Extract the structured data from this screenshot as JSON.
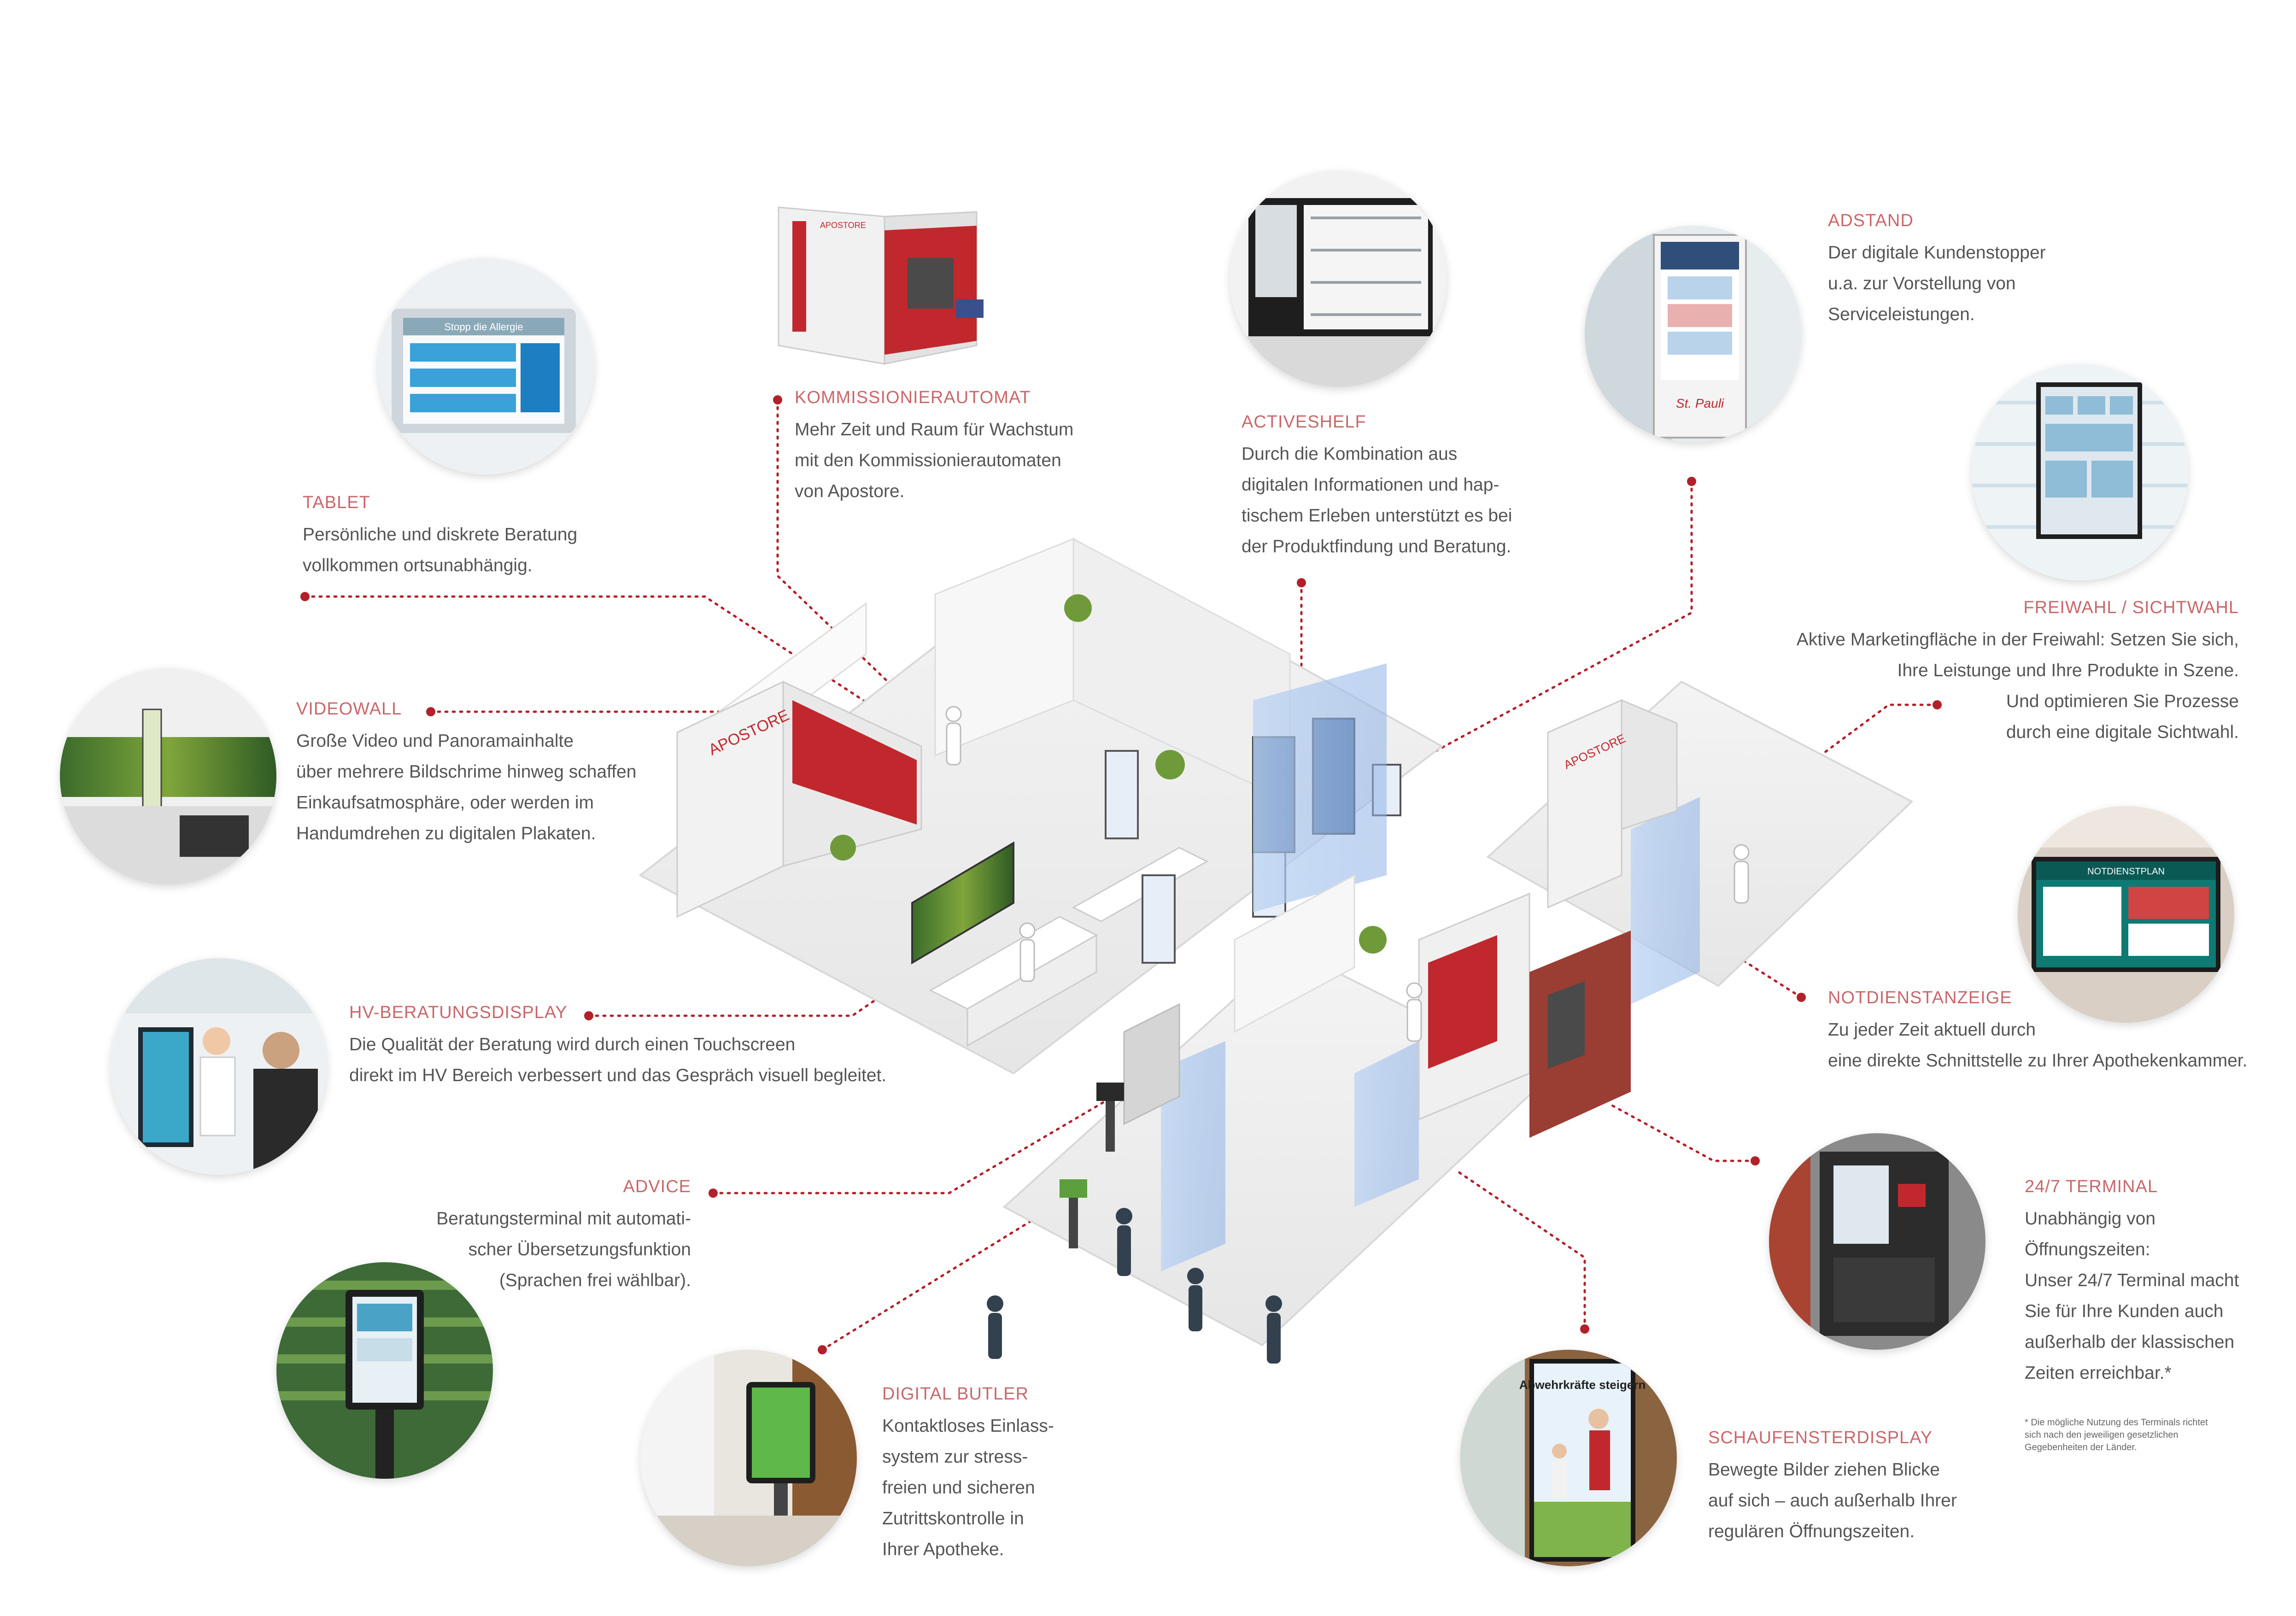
{
  "labels": [
    {
      "id": "kommissionierautomat",
      "title": "KOMMISSIONIERAUTOMAT",
      "desc": "Mehr Zeit und Raum für Wachstum\nmit den Kommissionierautomaten\nvon Apostore."
    },
    {
      "id": "activeshelf",
      "title": "ACTIVESHELF",
      "desc": "Durch die Kombination aus\ndigitalen Informationen und hap-\ntischem Erleben unterstützt es bei\nder Produktfindung und Beratung."
    },
    {
      "id": "adstand",
      "title": "ADSTAND",
      "desc": "Der digitale Kundenstopper\nu.a. zur Vorstellung von\nServiceleistungen."
    },
    {
      "id": "tablet",
      "title": "TABLET",
      "desc": "Persönliche und diskrete Beratung\nvollkommen ortsunabhängig."
    },
    {
      "id": "videowall",
      "title": "VIDEOWALL",
      "desc": "Große Video und Panoramainhalte\nüber mehrere Bildschrime hinweg schaffen\nEinkaufsatmosphäre, oder werden im\nHandumdrehen zu digitalen Plakaten."
    },
    {
      "id": "freiwahl",
      "title": "FREIWAHL / SICHTWAHL",
      "desc": "Aktive Marketingfläche in der Freiwahl:  Setzen Sie sich,\nIhre Leistunge und Ihre Produkte in Szene.\nUnd optimieren Sie Prozesse\ndurch eine digitale Sichtwahl."
    },
    {
      "id": "hv",
      "title": "HV-BERATUNGSDISPLAY",
      "desc": "Die Qualität der Beratung wird durch einen Touchscreen\ndirekt im HV Bereich verbessert und das Gespräch visuell begleitet."
    },
    {
      "id": "notdienst",
      "title": "NOTDIENSTANZEIGE",
      "desc": "Zu jeder Zeit aktuell durch\neine direkte Schnittstelle zu Ihrer Apothekenkammer."
    },
    {
      "id": "advice",
      "title": "ADVICE",
      "desc": "Beratungsterminal mit automati-\nscher Übersetzungsfunktion\n(Sprachen frei wählbar)."
    },
    {
      "id": "terminal",
      "title": "24/7 TERMINAL",
      "desc": "Unabhängig von\nÖffnungszeiten:\nUnser 24/7 Terminal macht\nSie für Ihre Kunden auch\naußerhalb der klassischen\nZeiten  erreichbar.*"
    },
    {
      "id": "butler",
      "title": "DIGITAL BUTLER",
      "desc": "Kontaktloses Einlass-\nsystem zur stress-\nfreien und sicheren\nZutrittskontrolle in\nIhrer Apotheke."
    },
    {
      "id": "schaufenster",
      "title": "SCHAUFENSTERDISPLAY",
      "desc": "Bewegte Bilder ziehen Blicke\nauf sich – auch außerhalb Ihrer\nregulären Öffnungszeiten."
    }
  ],
  "footnote": "* Die mögliche Nutzung des Terminals richtet\n  sich nach den jeweiligen gesetzlichen\n  Gegebenheiten der Länder.",
  "screens": {
    "tablet_title": "Stopp die Allergie",
    "apostore": "APOSTORE",
    "adstand_brand": "St. Pauli",
    "notdienst_title": "NOTDIENSTPLAN",
    "schaufenster_text": "Abwehrkräfte steigern"
  },
  "colors": {
    "accent": "#c9676b",
    "connector": "#b3202a",
    "text": "#555555",
    "apostore_red": "#c0282e"
  }
}
